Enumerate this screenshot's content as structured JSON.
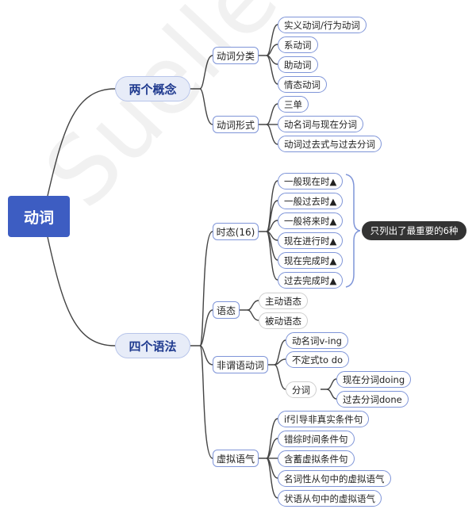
{
  "root": "动词",
  "branches": [
    {
      "label": "两个概念",
      "groups": [
        {
          "label": "动词分类",
          "items": [
            "实义动词/行为动词",
            "系动词",
            "助动词",
            "情态动词"
          ]
        },
        {
          "label": "动词形式",
          "items": [
            "三单",
            "动名词与现在分词",
            "动词过去式与过去分词"
          ]
        }
      ]
    },
    {
      "label": "四个语法",
      "groups": [
        {
          "label": "时态(16)",
          "items": [
            "一般现在时▲",
            "一般过去时▲",
            "一般将来时▲",
            "现在进行时▲",
            "现在完成时▲",
            "过去完成时▲"
          ]
        },
        {
          "label": "语态",
          "items": [
            "主动语态",
            "被动语态"
          ]
        },
        {
          "label": "非谓语动词",
          "items": [
            "动名词v-ing",
            "不定式to do",
            "分词"
          ],
          "subitems": [
            "现在分词doing",
            "过去分词done"
          ]
        },
        {
          "label": "虚拟语气",
          "items": [
            "if引导非真实条件句",
            "错综时间条件句",
            "含蓄虚拟条件句",
            "名词性从句中的虚拟语气",
            "状语从句中的虚拟语气"
          ]
        }
      ]
    }
  ],
  "callout": "只列出了最重要的6种",
  "watermark": "Suellen泽泽",
  "colors": {
    "root": "#3d5dc2",
    "main_fill": "#e7ecf8",
    "border": "#7f95d8",
    "callout": "#333333"
  }
}
